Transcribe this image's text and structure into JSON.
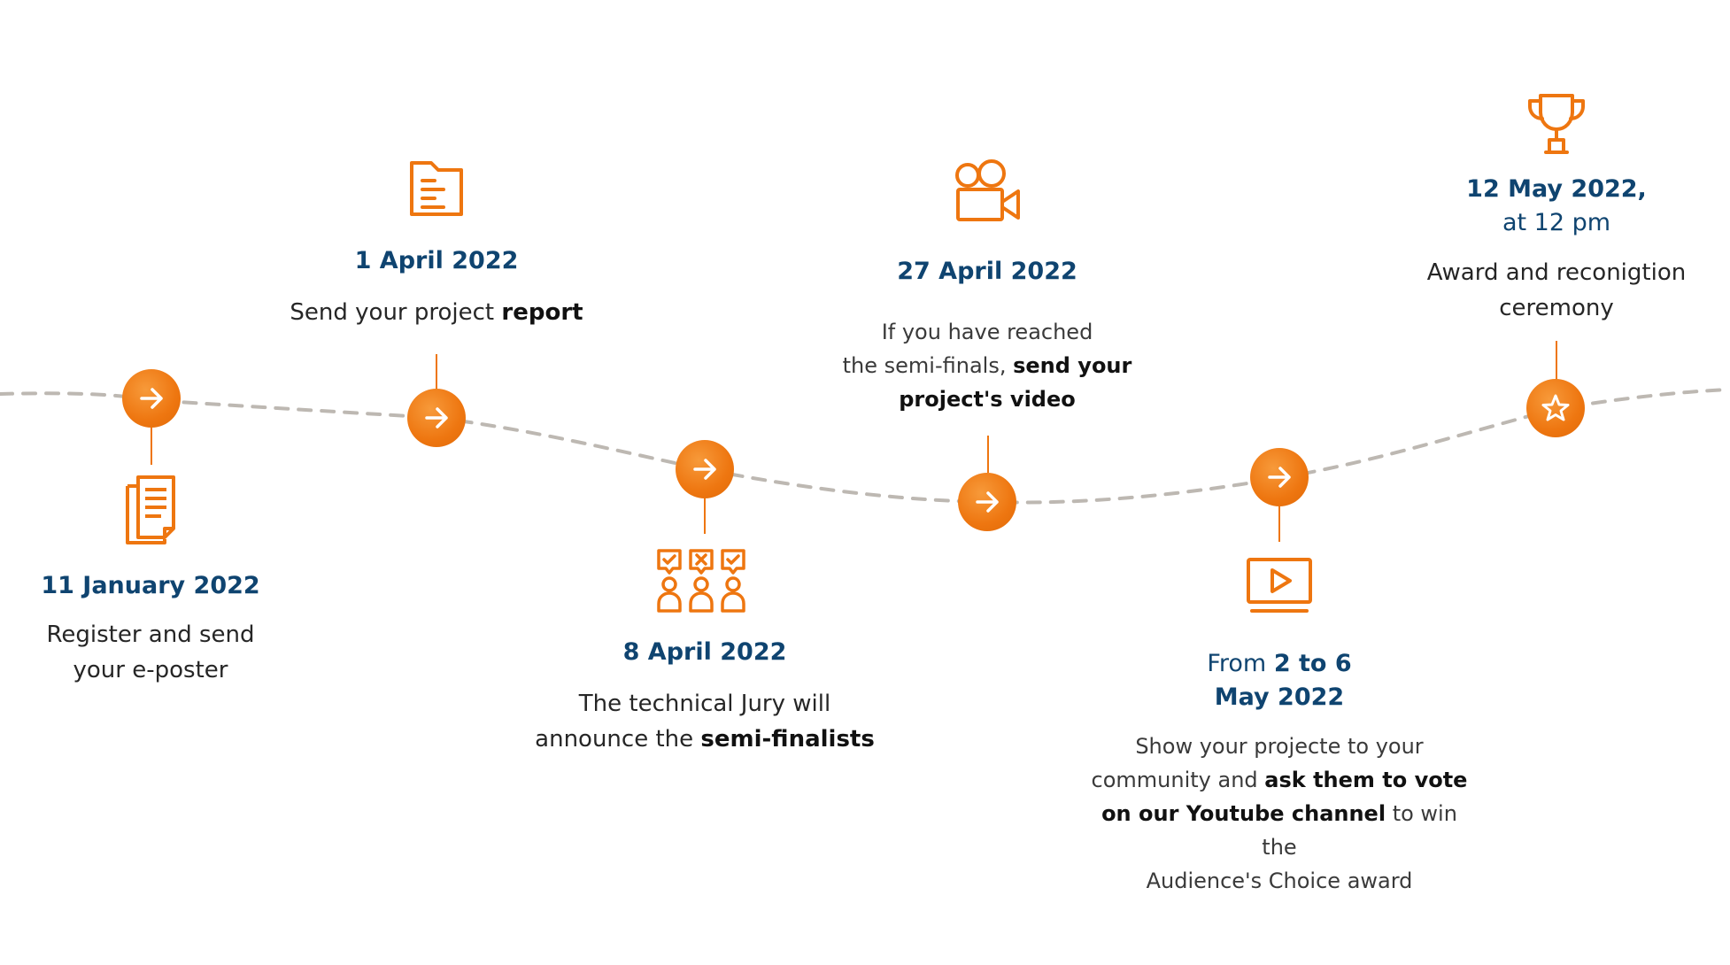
{
  "colors": {
    "accent": "#ee7610",
    "date": "#0f4470",
    "text": "#262626",
    "curve": "#bdb8b2"
  },
  "milestones": [
    {
      "icon": "documents-icon",
      "date": "11 January 2022",
      "desc_line1": "Register and send",
      "desc_line2": "your e-poster"
    },
    {
      "icon": "folder-report-icon",
      "date": "1 April 2022",
      "desc_prefix": "Send your project ",
      "desc_bold": "report"
    },
    {
      "icon": "jury-vote-icon",
      "date": "8 April 2022",
      "desc_line1": "The technical Jury will",
      "desc_prefix": "announce the ",
      "desc_bold": "semi-finalists"
    },
    {
      "icon": "video-camera-icon",
      "date": "27 April 2022",
      "desc_line1": "If you have reached",
      "desc_prefix": "the semi-finals, ",
      "desc_bold": "send your",
      "desc_bold2": "project's video"
    },
    {
      "icon": "youtube-screen-icon",
      "date_prefix": "From ",
      "date_bold": "2 to 6",
      "date_line2": "May 2022",
      "desc_line1": "Show your projecte to your",
      "desc_prefix": "community and ",
      "desc_bold": "ask them to vote",
      "desc_bold2": "on our Youtube channel",
      "desc_suffix": " to win the",
      "desc_line4": "Audience's Choice award"
    },
    {
      "icon": "trophy-icon",
      "date": "12 May 2022,",
      "date_line2": "at 12 pm",
      "desc_line1": "Award and reconigtion",
      "desc_line2": "ceremony"
    }
  ]
}
